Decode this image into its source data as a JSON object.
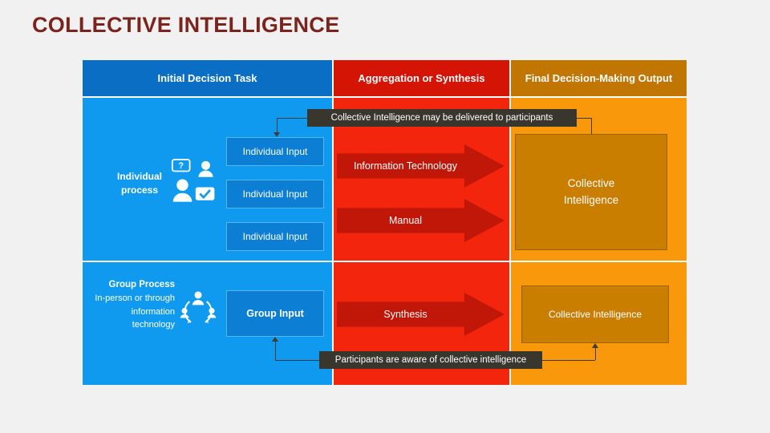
{
  "title": "COLLECTIVE INTELLIGENCE",
  "columns": [
    "Initial Decision Task",
    "Aggregation or Synthesis",
    "Final Decision-Making Output"
  ],
  "individual": {
    "label": "Individual process",
    "inputs": [
      "Individual Input",
      "Individual Input",
      "Individual Input"
    ],
    "arrow1": "Information Technology",
    "arrow2": "Manual",
    "output": "Collective Intelligence",
    "note": "Collective Intelligence may be delivered to participants"
  },
  "group": {
    "label_bold": "Group Process",
    "label_rest": "In-person or through information technology",
    "input": "Group Input",
    "arrow": "Synthesis",
    "output": "Collective Intelligence",
    "note": "Participants are aware of collective intelligence"
  },
  "icons": {
    "individual": "people-chat-icon",
    "group": "group-cycle-icon"
  },
  "colors": {
    "title": "#7b241d",
    "blue_header": "#0a6fc4",
    "blue_body": "#0f9af0",
    "blue_box": "#0c7fd4",
    "red_header": "#d41405",
    "red_body": "#f3250c",
    "arrow_red": "#c01708",
    "orange_header": "#c07600",
    "orange_body": "#f8980a",
    "orange_box": "#c97e00",
    "note_bg": "#39362d"
  }
}
